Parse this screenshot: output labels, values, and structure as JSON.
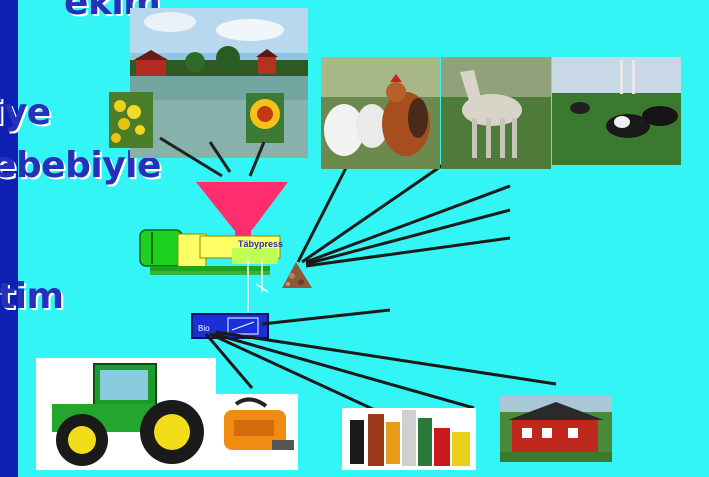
{
  "slide": {
    "left_text_fragments": [
      "ekim",
      "iye",
      "ebebiyle",
      "tim"
    ],
    "press_label": "Täbypress",
    "tank_label": "Bio"
  },
  "colors": {
    "background": "#33f5f5",
    "left_strip": "#0e1fb4",
    "text": "#2431b8",
    "funnel": "#ff2d6e",
    "press_body": "#ffff66",
    "press_motor": "#1fd11f",
    "tank": "#1a2fd8"
  },
  "icons": [
    "farm-field-photo",
    "yellow-flowers-photo",
    "sunflower-photo",
    "poultry-photo",
    "horse-photo",
    "cows-photo",
    "tractor-photo",
    "chainsaw-photo",
    "oil-bottles-photo",
    "red-house-photo"
  ]
}
